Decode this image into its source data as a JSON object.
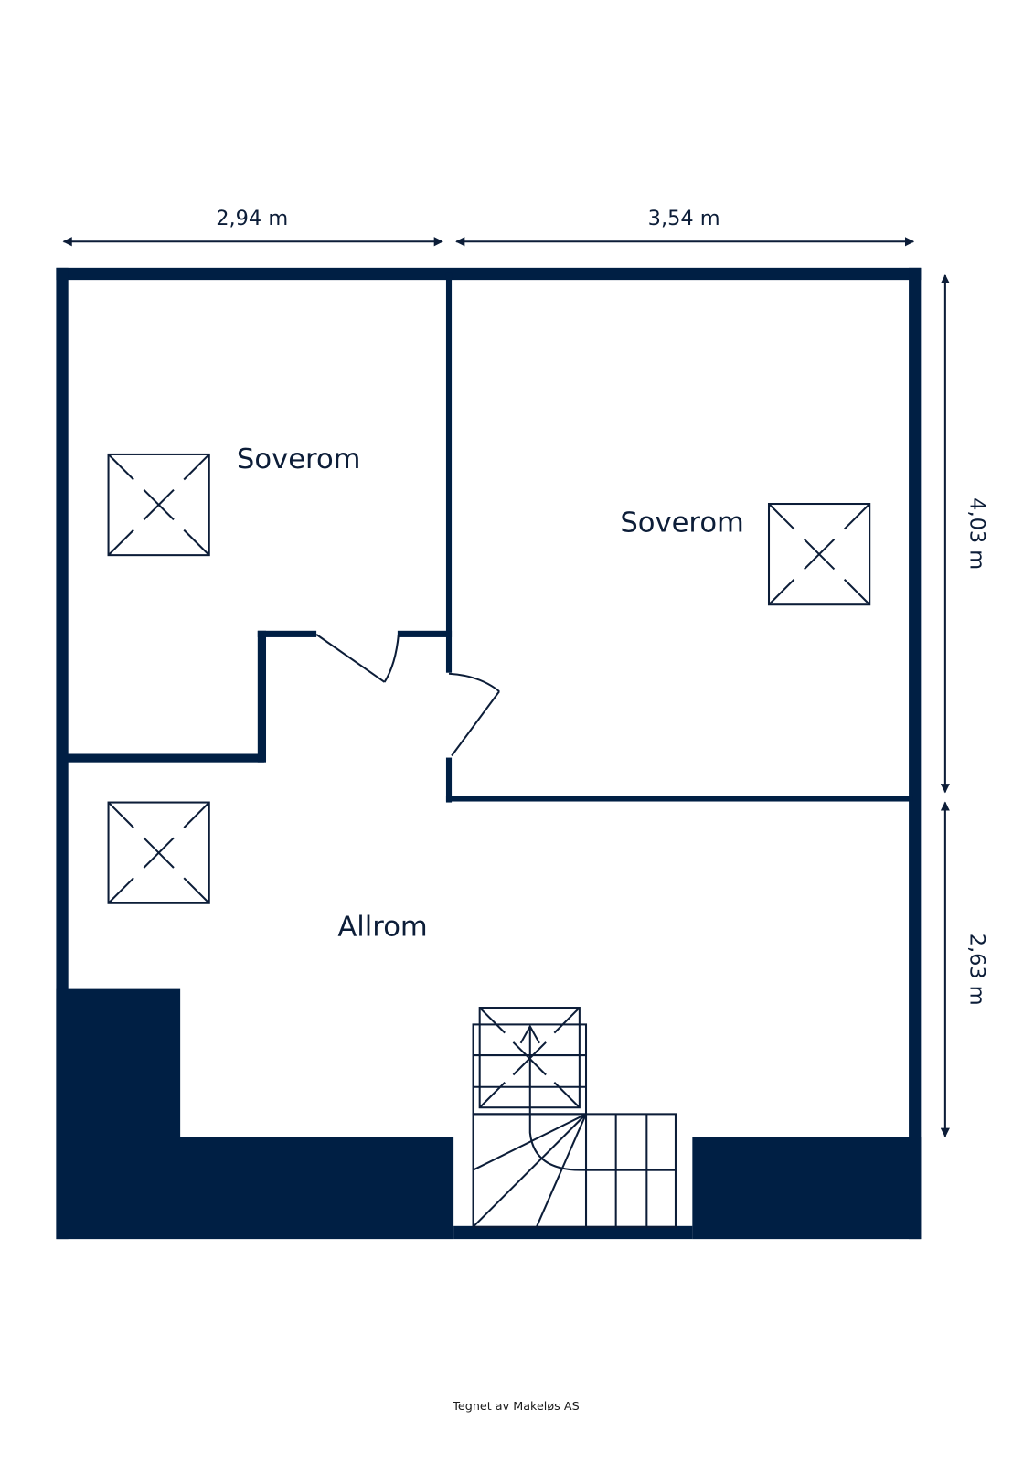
{
  "plan": {
    "dimensions": {
      "top_left_width": "2,94 m",
      "top_right_width": "3,54 m",
      "right_upper_height": "4,03 m",
      "right_lower_height": "2,63 m"
    },
    "rooms": [
      {
        "name": "Soverom",
        "position": "top-left"
      },
      {
        "name": "Soverom",
        "position": "top-right"
      },
      {
        "name": "Allrom",
        "position": "bottom"
      }
    ],
    "symbols": {
      "skylight": "skylight-window-icon",
      "stairs": "staircase-icon",
      "door": "door-swing-icon"
    },
    "footer": "Tegnet av Makeløs AS",
    "colors": {
      "wall": "#001f44",
      "line": "#0c1d38",
      "background": "#ffffff"
    }
  }
}
